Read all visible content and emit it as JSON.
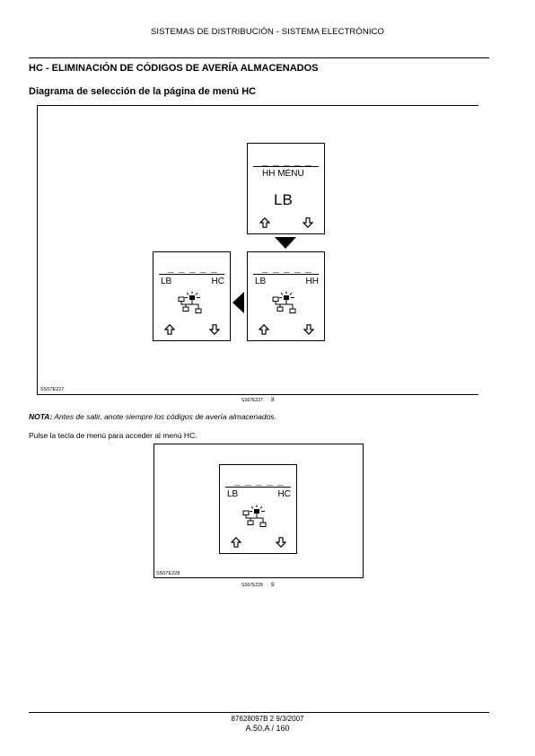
{
  "header": {
    "running_title": "SISTEMAS DE DISTRIBUCIÓN - SISTEMA ELECTRÓNICO"
  },
  "section": {
    "title": "HC - ELIMINACIÓN DE CÓDIGOS DE AVERÍA ALMACENADOS",
    "subtitle": "Diagrama de selección de la página de menú HC"
  },
  "figure1": {
    "id_inside": "SS07E227",
    "caption_code": "SS07E227",
    "caption_num": "8",
    "screens": {
      "top": {
        "dashes": "_ _ _ _ _",
        "title": "HH MENU",
        "value": "LB"
      },
      "middle": {
        "dashes": "_ _ _ _ _",
        "left": "LB",
        "right": "HH"
      },
      "left": {
        "dashes": "_ _ _ _ _",
        "left": "LB",
        "right": "HC"
      }
    }
  },
  "note": {
    "label": "NOTA:",
    "text": " Antes de salir, anote siempre los códigos de avería almacenados."
  },
  "instruction": "Pulse la tecla de menú para acceder al menú HC.",
  "figure2": {
    "id_inside": "SS07E228",
    "caption_code": "SS07E228",
    "caption_num": "9",
    "screen": {
      "dashes": "_ _ _ _ _",
      "left": "LB",
      "right": "HC"
    }
  },
  "footer": {
    "doc_ref": "87628097B 2 9/3/2007",
    "page": "A.50.A / 160"
  },
  "icons": [
    "arrow-up-icon",
    "arrow-down-icon",
    "network-fault-icon",
    "triangle-down-icon",
    "triangle-left-icon"
  ]
}
